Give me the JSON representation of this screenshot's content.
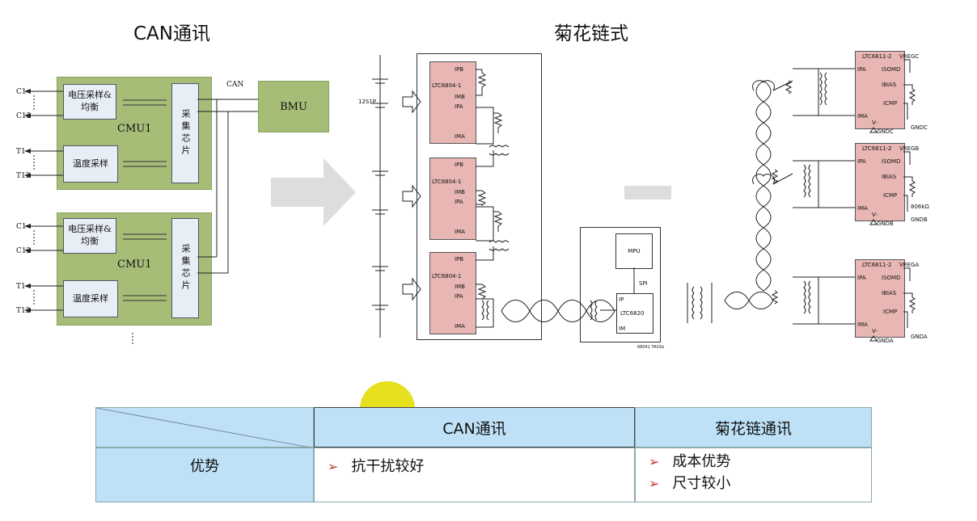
{
  "titles": {
    "left": "CAN通讯",
    "right": "菊花链式"
  },
  "can": {
    "cmu_label": "CMU1",
    "volt_block": "电压采样&\n均衡",
    "temp_block": "温度采样",
    "chip_block": "采集芯片",
    "bmu": "BMU",
    "bus": "CAN",
    "pins": {
      "c1": "C1",
      "c12": "C12",
      "t1": "T1",
      "t12": "T12"
    }
  },
  "daisy": {
    "pack": "12S1P",
    "ic_name": "LTC6804-1",
    "pins_top": [
      "IPB",
      "IMB",
      "IPA",
      "IMA"
    ],
    "mpu": "MPU",
    "spi": "SPI",
    "bridge": "LTC6820",
    "ip": "IP",
    "im": "IM",
    "fig_code": "68041 TA01b",
    "ic2_name": "LTC6811-2",
    "ic2_pins": [
      "IPA",
      "ISOMD",
      "IBIAS",
      "ICMP",
      "IMA",
      "V-"
    ],
    "vreg": [
      "VREGC",
      "VREGB",
      "VREGA"
    ],
    "gnd": [
      "GNDC",
      "GNDB",
      "GNDA"
    ],
    "res_b": "806kΩ"
  },
  "table": {
    "headers": [
      "",
      "CAN通讯",
      "菊花链通讯"
    ],
    "row_label": "优势",
    "can_items": [
      "抗干扰较好"
    ],
    "daisy_items": [
      "成本优势",
      "尺寸较小"
    ]
  },
  "colors": {
    "header_bg": "#bfe1f7",
    "green_block": "#a6bd78",
    "ic_pink": "#e8b7b3",
    "highlight": "#e3dc00"
  }
}
